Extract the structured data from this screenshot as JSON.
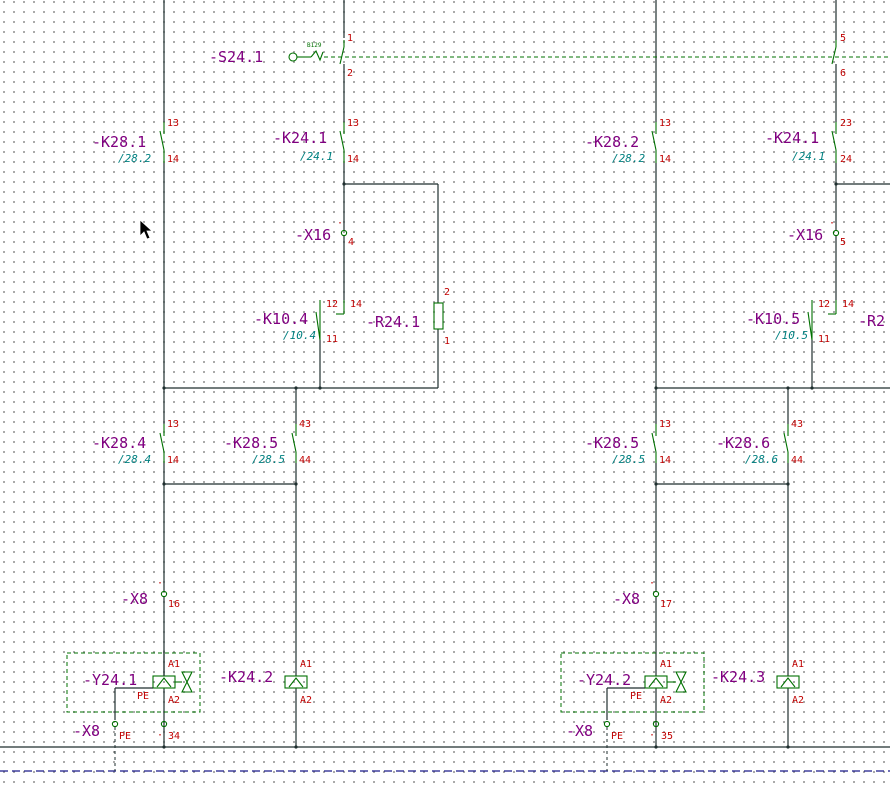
{
  "colors": {
    "wire": "#1f2f2f",
    "symbol": "#007000",
    "device_tag": "#800080",
    "cross_reference": "#008080",
    "terminal_number": "#c00000",
    "bus_line": "#1a1a8a"
  },
  "switch": {
    "tag": "-S24.1",
    "label": "B129",
    "pin_top": "1",
    "pin_bottom": "2"
  },
  "switch_right": {
    "pin_top": "5",
    "pin_bottom": "6"
  },
  "contacts": [
    {
      "id": "k28_1",
      "tag": "-K28.1",
      "ref": "/28.2",
      "pin_top": "13",
      "pin_bottom": "14"
    },
    {
      "id": "k24_1a",
      "tag": "-K24.1",
      "ref": "/24.1",
      "pin_top": "13",
      "pin_bottom": "14"
    },
    {
      "id": "k28_2",
      "tag": "-K28.2",
      "ref": "/28.2",
      "pin_top": "13",
      "pin_bottom": "14"
    },
    {
      "id": "k24_1b",
      "tag": "-K24.1",
      "ref": "/24.1",
      "pin_top": "23",
      "pin_bottom": "24"
    },
    {
      "id": "k28_4",
      "tag": "-K28.4",
      "ref": "/28.4",
      "pin_top": "13",
      "pin_bottom": "14"
    },
    {
      "id": "k28_5a",
      "tag": "-K28.5",
      "ref": "/28.5",
      "pin_top": "43",
      "pin_bottom": "44"
    },
    {
      "id": "k28_5b",
      "tag": "-K28.5",
      "ref": "/28.5",
      "pin_top": "13",
      "pin_bottom": "14"
    },
    {
      "id": "k28_6",
      "tag": "-K28.6",
      "ref": "/28.6",
      "pin_top": "43",
      "pin_bottom": "44"
    }
  ],
  "timers": [
    {
      "id": "k10_4",
      "tag": "-K10.4",
      "ref": "/10.4",
      "pin_common": "11",
      "pin_nc": "12",
      "pin_no": "14"
    },
    {
      "id": "k10_5",
      "tag": "-K10.5",
      "ref": "/10.5",
      "pin_common": "11",
      "pin_nc": "12",
      "pin_no": "14"
    }
  ],
  "resistors": [
    {
      "id": "r24_1",
      "tag": "-R24.1",
      "pin_top": "2",
      "pin_bottom": "1"
    },
    {
      "id": "r2",
      "tag": "-R2"
    }
  ],
  "terminals": [
    {
      "id": "x16a",
      "tag": "-X16",
      "pin": "4"
    },
    {
      "id": "x16b",
      "tag": "-X16",
      "pin": "5"
    },
    {
      "id": "x8a",
      "tag": "-X8",
      "pin": "16"
    },
    {
      "id": "x8b",
      "tag": "-X8",
      "pin": "17"
    },
    {
      "id": "x8c",
      "tag": "-X8",
      "pin_pe": "PE",
      "pin": "34"
    },
    {
      "id": "x8d",
      "tag": "-X8",
      "pin_pe": "PE",
      "pin": "35"
    }
  ],
  "valves": [
    {
      "id": "y24_1",
      "tag": "-Y24.1",
      "pin_a1": "A1",
      "pin_a2": "A2",
      "pin_pe": "PE"
    },
    {
      "id": "y24_2",
      "tag": "-Y24.2",
      "pin_a1": "A1",
      "pin_a2": "A2",
      "pin_pe": "PE"
    }
  ],
  "relay_coils": [
    {
      "id": "k24_2",
      "tag": "-K24.2",
      "pin_a1": "A1",
      "pin_a2": "A2"
    },
    {
      "id": "k24_3",
      "tag": "-K24.3",
      "pin_a1": "A1",
      "pin_a2": "A2"
    }
  ]
}
